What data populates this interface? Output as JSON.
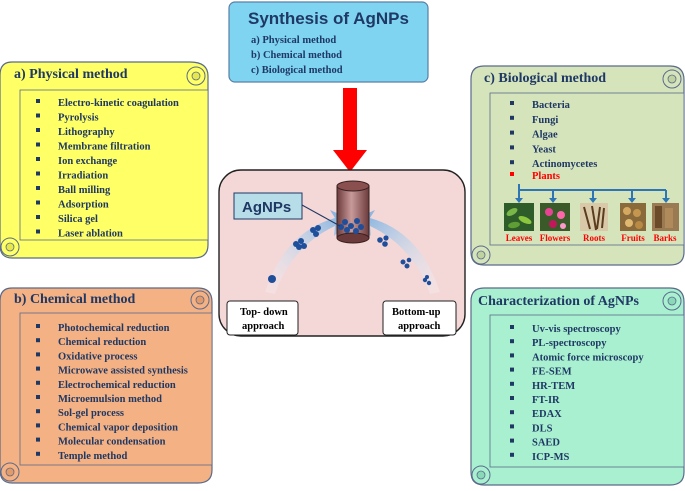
{
  "header": {
    "title": "Synthesis of AgNPs",
    "items": [
      "a)   Physical method",
      "b)   Chemical method",
      "c)   Biological method"
    ]
  },
  "physical": {
    "title": "a)   Physical method",
    "items": [
      "Electro-kinetic coagulation",
      "Pyrolysis",
      "Lithography",
      "Membrane filtration",
      "Ion exchange",
      "Irradiation",
      "Ball milling",
      "Adsorption",
      "Silica gel",
      "Laser ablation"
    ]
  },
  "chemical": {
    "title": "b)  Chemical method",
    "items": [
      "Photochemical reduction",
      "Chemical reduction",
      "Oxidative process",
      "Microwave assisted  synthesis",
      "Electrochemical reduction",
      "Microemulsion method",
      "Sol-gel process",
      "Chemical vapor deposition",
      "Molecular condensation",
      "Temple method"
    ]
  },
  "biological": {
    "title": "c)  Biological method",
    "items": [
      "Bacteria",
      "Fungi",
      "Algae",
      "Yeast",
      "Actinomycetes"
    ],
    "highlight": "Plants",
    "parts": [
      "Leaves",
      "Flowers",
      "Roots",
      "Fruits",
      "Barks"
    ]
  },
  "characterization": {
    "title": "Characterization of AgNPs",
    "items": [
      "Uv-vis spectroscopy",
      "PL-spectroscopy",
      "Atomic  force microscopy",
      "FE-SEM",
      "HR-TEM",
      "FT-IR",
      "EDAX",
      "DLS",
      "SAED",
      "ICP-MS"
    ]
  },
  "center": {
    "label": "AgNPs",
    "top_down": [
      "Top- down",
      "approach"
    ],
    "bottom_up": [
      "Bottom-up",
      "approach"
    ]
  },
  "colors": {
    "header_fill": "#7fd4f2",
    "physical_fill": "#ffff66",
    "chemical_fill": "#f4b183",
    "biological_fill": "#d6e4bc",
    "characterization_fill": "#a9f0d1",
    "center_fill": "#f4d7d7",
    "arrow": "#ff0000",
    "text": "#1f3864",
    "highlight": "#ff0000"
  }
}
